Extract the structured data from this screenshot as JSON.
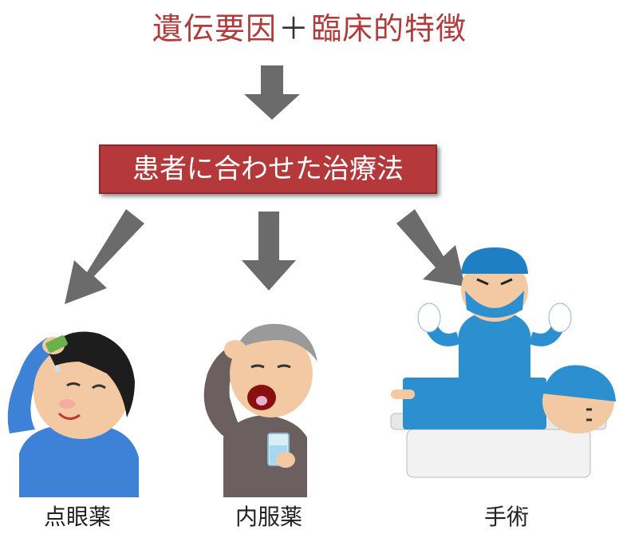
{
  "heading": {
    "part1": "遺伝要因",
    "plus": "＋",
    "part2": "臨床的特徴"
  },
  "center_box": {
    "text": "患者に合わせた治療法"
  },
  "treatments": [
    {
      "label": "点眼薬"
    },
    {
      "label": "内服薬"
    },
    {
      "label": "手術"
    }
  ],
  "colors": {
    "accent_red": "#b5393b",
    "arrow_gray": "#6b6b6b",
    "surgical_blue": "#2b8fd0"
  }
}
